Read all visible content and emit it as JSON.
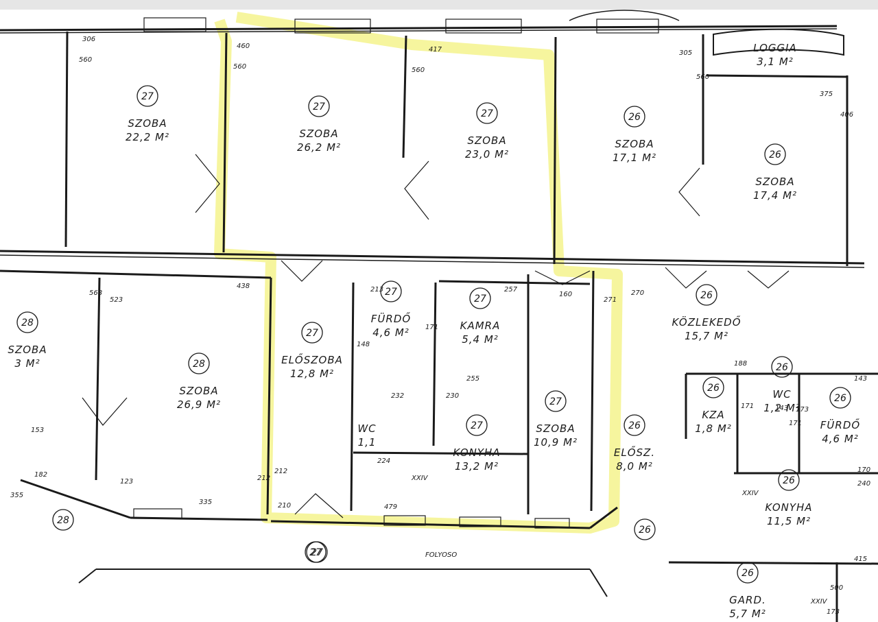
{
  "plan": {
    "rooms": [
      {
        "num": "27",
        "name": "SZOBA",
        "area": "22,2 M²"
      },
      {
        "num": "27",
        "name": "SZOBA",
        "area": "26,2 M²"
      },
      {
        "num": "27",
        "name": "SZOBA",
        "area": "23,0 M²"
      },
      {
        "num": "26",
        "name": "SZOBA",
        "area": "17,1 M²"
      },
      {
        "num": "26",
        "name": "SZOBA",
        "area": "17,4 M²"
      },
      {
        "num": "28",
        "name": "SZOBA",
        "area": "26,9 M²"
      },
      {
        "num": "27",
        "name": "ELŐSZOBA",
        "area": "12,8 M²"
      },
      {
        "num": "27",
        "name": "FÜRDŐ",
        "area": "4,6 M²"
      },
      {
        "num": "27",
        "name": "KAMRA",
        "area": "5,4 M²"
      },
      {
        "num": "27",
        "name": "KONYHA",
        "area": "13,2 M²"
      },
      {
        "num": "27",
        "name": "SZOBA",
        "area": "10,9 M²"
      },
      {
        "num": "26",
        "name": "KÖZLEKEDŐ",
        "area": "15,7 M²"
      },
      {
        "num": "26",
        "name": "ELŐSZ.",
        "area": "8,0 M²"
      },
      {
        "num": "26",
        "name": "WC",
        "area": "1,2 M²"
      },
      {
        "num": "26",
        "name": "FÜRDŐ",
        "area": "4,6 M²"
      },
      {
        "num": "26",
        "name": "KONYHA",
        "area": "11,5 M²"
      },
      {
        "num": "26",
        "name": "GARD.",
        "area": "5,7 M²"
      },
      {
        "num": "28",
        "name": "SZOBA",
        "area": "3 M²"
      },
      {
        "num": "",
        "name": "LOGGIA",
        "area": "3,1 M²"
      },
      {
        "num": "",
        "name": "WC",
        "area": "1,1"
      },
      {
        "num": "26",
        "name": "KZA",
        "area": "1,8 M²"
      }
    ],
    "circles": [
      "27",
      "27",
      "28",
      "26"
    ],
    "dimensions": [
      "306",
      "560",
      "460",
      "560",
      "417",
      "560",
      "305",
      "560",
      "375",
      "406",
      "438",
      "568",
      "523",
      "213",
      "257",
      "160",
      "271",
      "270",
      "255",
      "230",
      "224",
      "479",
      "210",
      "335",
      "212",
      "212",
      "123",
      "182",
      "355",
      "153",
      "171",
      "143",
      "143",
      "170",
      "240",
      "415",
      "500",
      "173",
      "171",
      "188",
      "148",
      "232",
      "173",
      "171"
    ],
    "roman": [
      "XXIV",
      "XXIV",
      "XXIV"
    ],
    "street": "FOLYOSO",
    "colors": {
      "line": "#1a1a1a",
      "highlight": "#f3f27e",
      "top_bar": "#e6e6e6"
    }
  }
}
